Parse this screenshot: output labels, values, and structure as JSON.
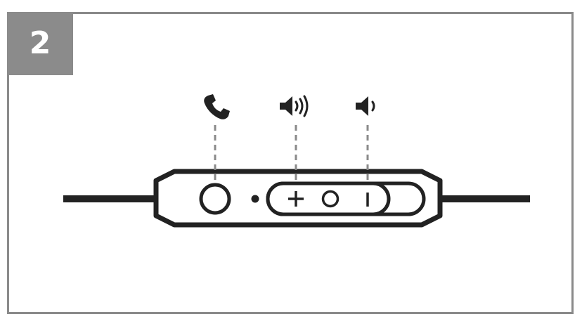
{
  "step": {
    "number": "2"
  },
  "colors": {
    "frame": "#8a8a8a",
    "badge_bg": "#8b8b8b",
    "badge_text": "#ffffff",
    "lines": "#222222",
    "dashed_guides": "#8a8a8a"
  },
  "remote": {
    "buttons": [
      {
        "name": "call-button",
        "icon": "phone-icon"
      },
      {
        "name": "volume-up-button",
        "glyph": "+",
        "icon": "volume-up-icon"
      },
      {
        "name": "center-button"
      },
      {
        "name": "volume-down-button",
        "glyph": "|",
        "icon": "volume-down-icon"
      }
    ]
  }
}
